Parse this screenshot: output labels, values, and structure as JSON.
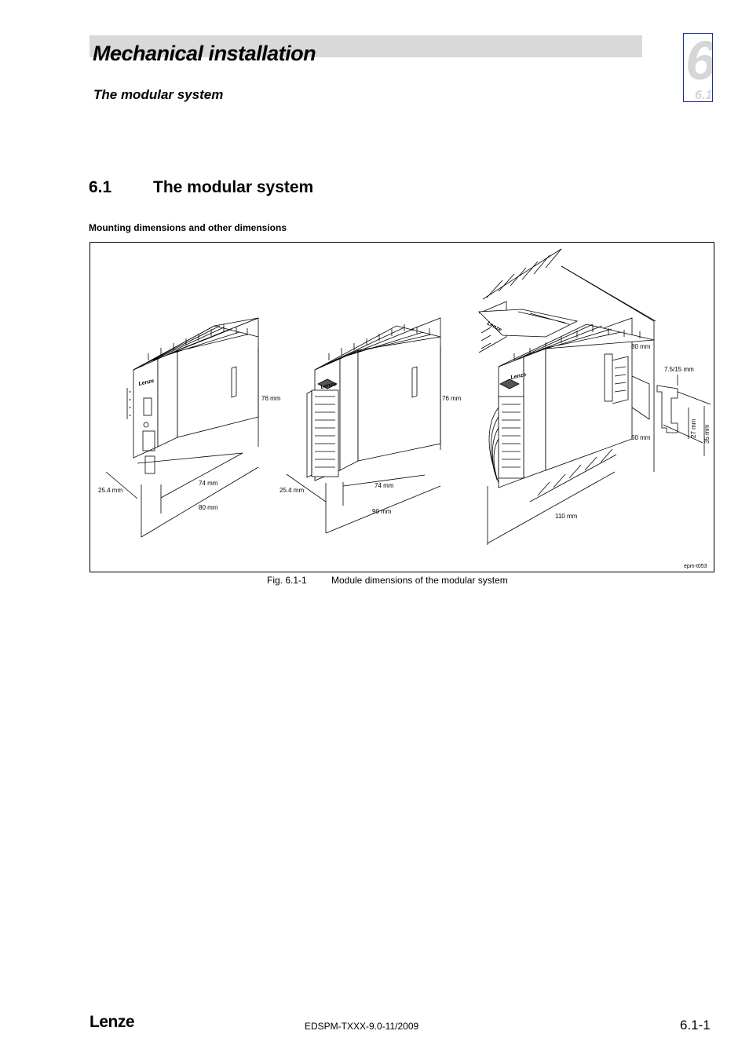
{
  "header": {
    "chapter_title": "Mechanical installation",
    "section_subtitle": "The modular system",
    "chapter_number": "6",
    "chapter_section": "6.1"
  },
  "heading": {
    "number": "6.1",
    "title": "The modular system"
  },
  "subheading": "Mounting dimensions and other dimensions",
  "figure": {
    "labels": {
      "m1_height": "76 mm",
      "m1_depth": "25.4 mm",
      "m1_width_inner": "74 mm",
      "m1_width_outer": "80 mm",
      "m2_height": "76 mm",
      "m2_depth": "25.4 mm",
      "m2_width_inner": "74 mm",
      "m2_width_outer": "90 mm",
      "m3_top": "80 mm",
      "m3_bottom": "60 mm",
      "m3_total": "110 mm",
      "rail_depth": "7.5/15 mm",
      "rail_inner": "27 mm",
      "rail_outer": "35 mm",
      "code": "epm-t053"
    },
    "brand_mark": "Lenze",
    "caption_number": "Fig. 6.1-1",
    "caption_text": "Module dimensions of the modular system"
  },
  "footer": {
    "logo": "Lenze",
    "document_id": "EDSPM-TXXX-9.0-11/2009",
    "page_number": "6.1-1"
  }
}
